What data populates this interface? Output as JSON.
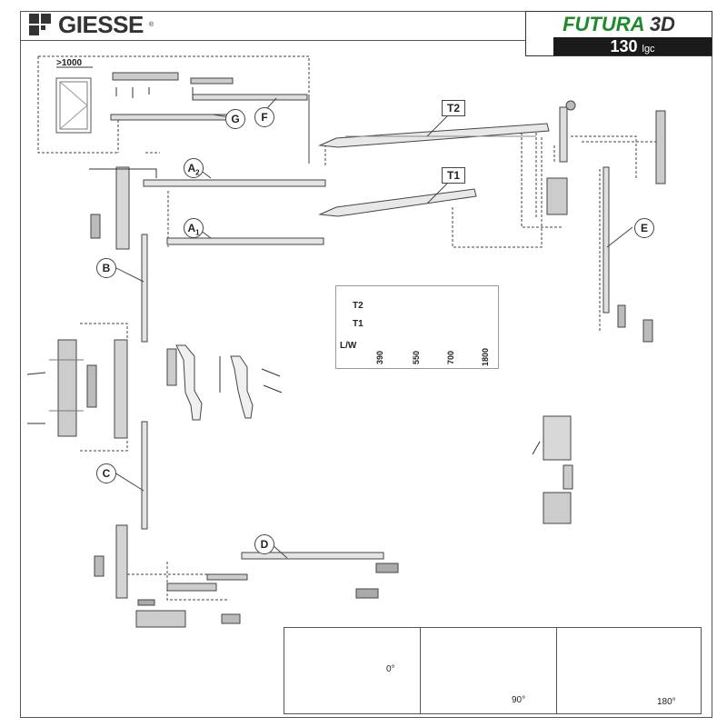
{
  "header": {
    "brand": "GIESSE",
    "reg_mark": "®",
    "product_line_a": "FUTURA",
    "product_line_b": "3D",
    "model_number": "130",
    "model_suffix": "lgc"
  },
  "diagram": {
    "width_label": ">1000",
    "callouts": {
      "g": "G",
      "f": "F",
      "a2": "A",
      "a2_sub": "2",
      "a1": "A",
      "a1_sub": "1",
      "b": "B",
      "c": "C",
      "d": "D",
      "e": "E",
      "t1": "T1",
      "t2": "T2"
    }
  },
  "sizing_table": {
    "rows": [
      "T2",
      "T1"
    ],
    "axis_label": "L/W",
    "ticks": [
      "390",
      "550",
      "700",
      "1800"
    ],
    "shade_color": "#cfcfcf"
  },
  "operation_modes": [
    {
      "icon": "padlock-icon",
      "angle": "0°"
    },
    {
      "icon": "tilt-window-icon",
      "angle": "90°"
    },
    {
      "icon": "turn-window-icon",
      "angle": "180°"
    }
  ],
  "colors": {
    "brand_green": "#1c8c2a",
    "dark": "#1a1a1a",
    "line": "#444444"
  }
}
